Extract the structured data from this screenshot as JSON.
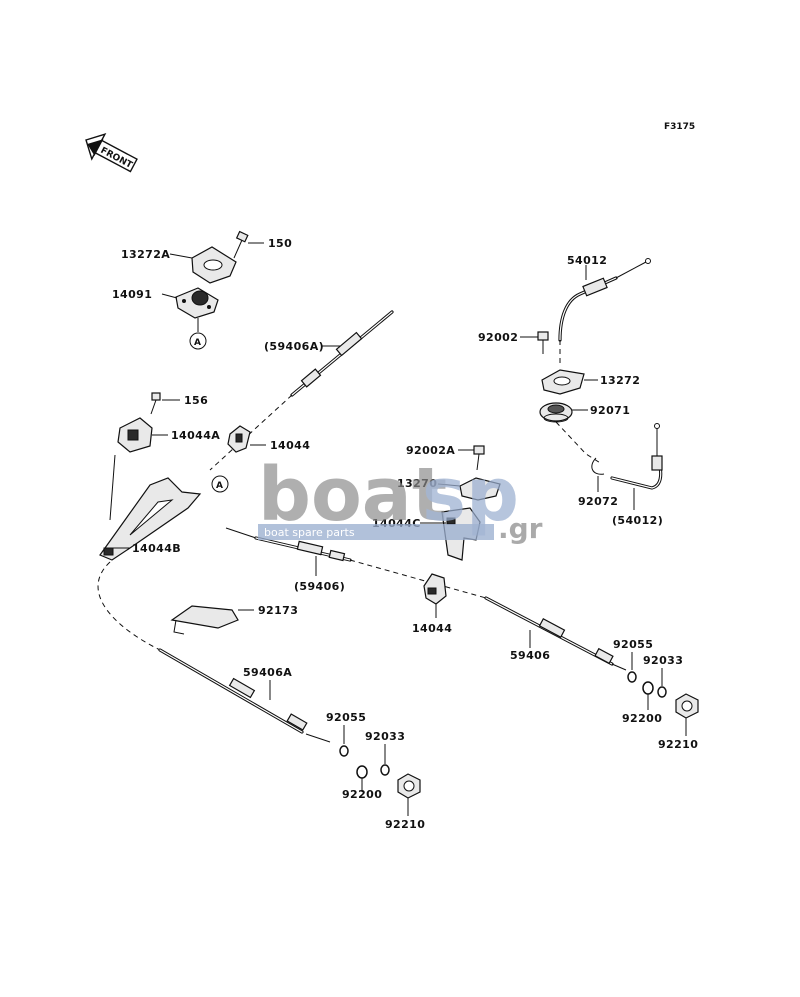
{
  "figure_code": "F3175",
  "front_label": "FRONT",
  "ref_marker": "A",
  "watermark": {
    "part1": "boat",
    "part2": "sp",
    "suffix": ".gr",
    "tagline": "boat spare parts",
    "color_gray": "#8a8a8a",
    "color_blue": "#9aaecf"
  },
  "labels": {
    "l13272A": "13272A",
    "l150": "150",
    "l14091": "14091",
    "l59406A_paren": "(59406A)",
    "l156": "156",
    "l14044A": "14044A",
    "l14044_top": "14044",
    "l14044B": "14044B",
    "l92002A": "92002A",
    "l13270": "13270",
    "l14044C": "14044C",
    "l59406_paren": "(59406)",
    "l14044_mid": "14044",
    "l92173": "92173",
    "l59406A": "59406A",
    "l92055_left": "92055",
    "l92033_left": "92033",
    "l92200_left": "92200",
    "l92210_left": "92210",
    "l54012": "54012",
    "l92002": "92002",
    "l13272": "13272",
    "l92071": "92071",
    "l92072": "92072",
    "l54012_paren": "(54012)",
    "l59406": "59406",
    "l92055_right": "92055",
    "l92033_right": "92033",
    "l92200_right": "92200",
    "l92210_right": "92210"
  }
}
